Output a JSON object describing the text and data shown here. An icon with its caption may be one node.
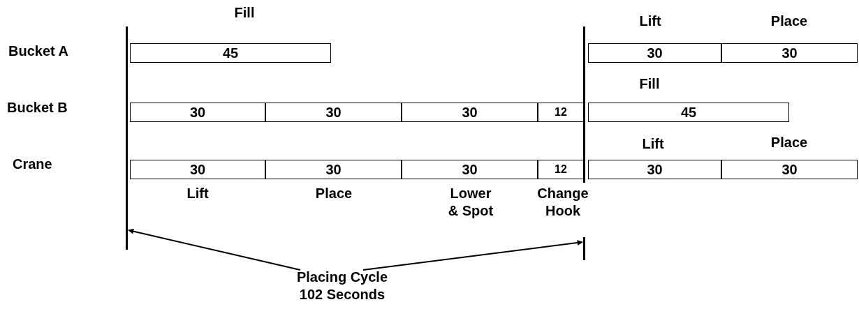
{
  "diagram": {
    "nodes": [
      {
        "text": [
          "45"
        ],
        "beside": [
          "Fill"
        ]
      },
      {
        "text": [
          "30"
        ],
        "beside": [
          "Lift"
        ]
      },
      {
        "text": [
          "30"
        ],
        "beside": [
          "Place"
        ]
      },
      {
        "text": [
          "30"
        ]
      },
      {
        "text": [
          "30"
        ]
      },
      {
        "text": [
          "30"
        ]
      },
      {
        "text": [
          "12"
        ]
      },
      {
        "text": [
          "45"
        ],
        "beside": [
          "Fill"
        ]
      },
      {
        "text": [
          "30"
        ],
        "beside": [
          "Lift"
        ]
      },
      {
        "text": [
          "30"
        ],
        "beside": [
          "Place"
        ]
      },
      {
        "text": [
          "30"
        ],
        "beside": [
          "Lower & Spot"
        ]
      },
      {
        "text": [
          "12"
        ],
        "beside": [
          "Change Hook"
        ]
      },
      {
        "text": [
          "30"
        ],
        "beside": [
          "Lift"
        ]
      },
      {
        "text": [
          "30"
        ],
        "beside": [
          "Place"
        ]
      },
      {
        "text": [],
        "shape": "bar"
      },
      {
        "text": [],
        "shape": "bar"
      },
      {
        "text": [
          "Placing Cycle 102 Seconds"
        ]
      }
    ],
    "edges": [
      {
        "from": 16,
        "to": 14,
        "arrow": "to"
      },
      {
        "from": 16,
        "to": 15,
        "arrow": "to"
      }
    ],
    "labels": [
      "Bucket A",
      "Bucket B",
      "Crane"
    ]
  }
}
